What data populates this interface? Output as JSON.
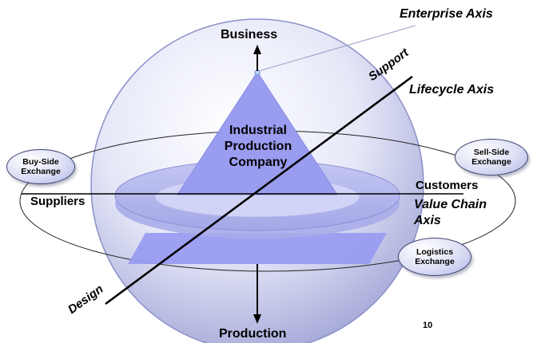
{
  "axes": {
    "enterprise": "Enterprise Axis",
    "lifecycle": "Lifecycle Axis",
    "value_chain_line1": "Value Chain",
    "value_chain_line2": "Axis"
  },
  "poles": {
    "top": "Business",
    "bottom": "Production",
    "left": "Suppliers",
    "right": "Customers",
    "diag_upper": "Support",
    "diag_lower": "Design"
  },
  "center": {
    "line1": "Industrial",
    "line2": "Production",
    "line3": "Company"
  },
  "exchanges": {
    "buy_side": "Buy-Side\nExchange",
    "sell_side": "Sell-Side\nExchange",
    "logistics": "Logistics\nExchange"
  },
  "page_number": "10",
  "colors": {
    "triangle": "#9a9cf0",
    "disc": "#b9bcf0",
    "sphere_edge": "#8d90c8",
    "axis": "#000000"
  }
}
